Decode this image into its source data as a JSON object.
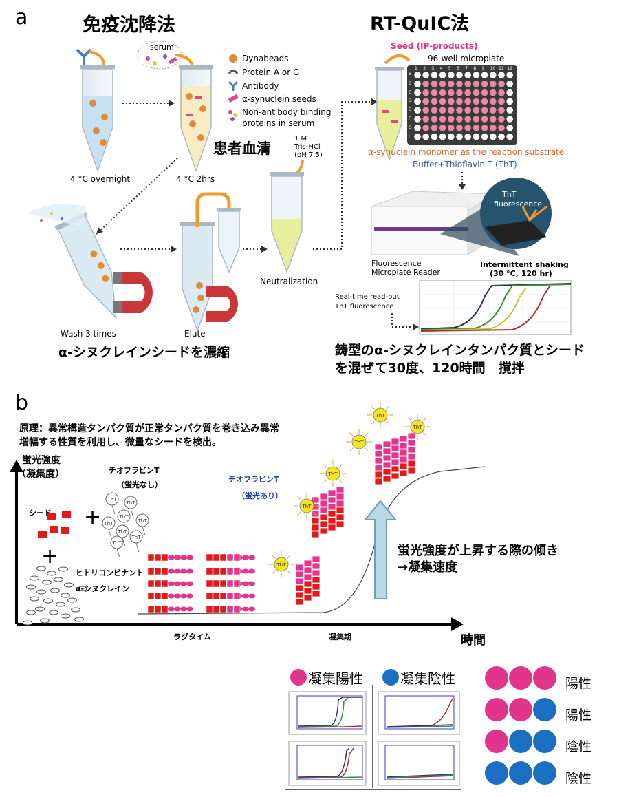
{
  "panel_a": {
    "letter": "a",
    "title_left": "免疫沈降法",
    "title_right": "RT-QuIC法",
    "serum": "serum",
    "legend": [
      {
        "label": "Dynabeads"
      },
      {
        "label": "Protein A or G"
      },
      {
        "label": "Antibody"
      },
      {
        "label": "α-synuclein seeds"
      },
      {
        "label": "Non-antibody binding"
      },
      {
        "label": "proteins in serum"
      }
    ],
    "step_overnight": "4 °C overnight",
    "step_2hrs": "4 °C 2hrs",
    "patient_serum": "患者血清",
    "tris_1": "1 M",
    "tris_2": "Tris-HCl",
    "tris_3": "(pH 7.5)",
    "neutralization": "Neutralization",
    "wash": "Wash 3 times",
    "elute": "Elute",
    "concentrate": "α-シヌクレインシードを濃縮",
    "seed": "Seed (IP-products)",
    "microplate": "96-well microplate",
    "plate_cols": [
      "1",
      "2",
      "3",
      "4",
      "5",
      "6",
      "7",
      "8",
      "9",
      "10",
      "11",
      "12"
    ],
    "plate_rows": [
      "A",
      "B",
      "C",
      "D",
      "E",
      "F",
      "G",
      "H"
    ],
    "monomer": "α-synuclein monomer as the reaction substrate",
    "buffer": "Buffer+Thioflavin T (ThT)",
    "tht_fluor_1": "ThT",
    "tht_fluor_2": "fluorescence",
    "reader_1": "Fluorescence",
    "reader_2": "Microplate Reader",
    "shaking_1": "Intermittent shaking",
    "shaking_2": "(30 °C, 120 hr)",
    "readout_1": "Real-time read-out",
    "readout_2": "ThT fluorescence",
    "mix_1": "鋳型のα-シヌクレインタンパク質とシード",
    "mix_2": "を混ぜて30度、120時間　撹拌"
  },
  "panel_b": {
    "letter": "b",
    "principle_1": "原理：異常構造タンパク質が正常タンパク質を巻き込み異常",
    "principle_2": "増幅する性質を利用し、微量なシードを検出。",
    "y_axis_1": "蛍光強度",
    "y_axis_2": "（凝集度）",
    "tht_off_1": "チオフラビンT",
    "tht_off_2": "（蛍光なし）",
    "tht_on_1": "チオフラビンT",
    "tht_on_2": "（蛍光あり）",
    "seed_label": "シード",
    "plus": "+",
    "recombinant_1": "ヒトリコンビナント",
    "recombinant_2": "α-シヌクレイン",
    "tht_tag": "ThT",
    "slope_1": "蛍光強度が上昇する際の傾き",
    "slope_2": "→凝集速度",
    "lag": "ラグタイム",
    "aggregation": "凝集期",
    "time": "時間"
  },
  "results": {
    "agg_positive": "凝集陽性",
    "agg_negative": "凝集陰性",
    "rows": [
      {
        "circles": [
          "pos",
          "pos",
          "pos"
        ],
        "result": "陽性"
      },
      {
        "circles": [
          "pos",
          "pos",
          "neg"
        ],
        "result": "陽性"
      },
      {
        "circles": [
          "pos",
          "neg",
          "neg"
        ],
        "result": "陰性"
      },
      {
        "circles": [
          "neg",
          "neg",
          "neg"
        ],
        "result": "陰性"
      }
    ]
  },
  "colors": {
    "positive": "#e0358a",
    "negative": "#1a6fc2",
    "seed_red": "#e31a1c",
    "magenta": "#e3368c",
    "arrow_orange": "#f39a2e",
    "tht_yellow": "#f5e51a"
  }
}
